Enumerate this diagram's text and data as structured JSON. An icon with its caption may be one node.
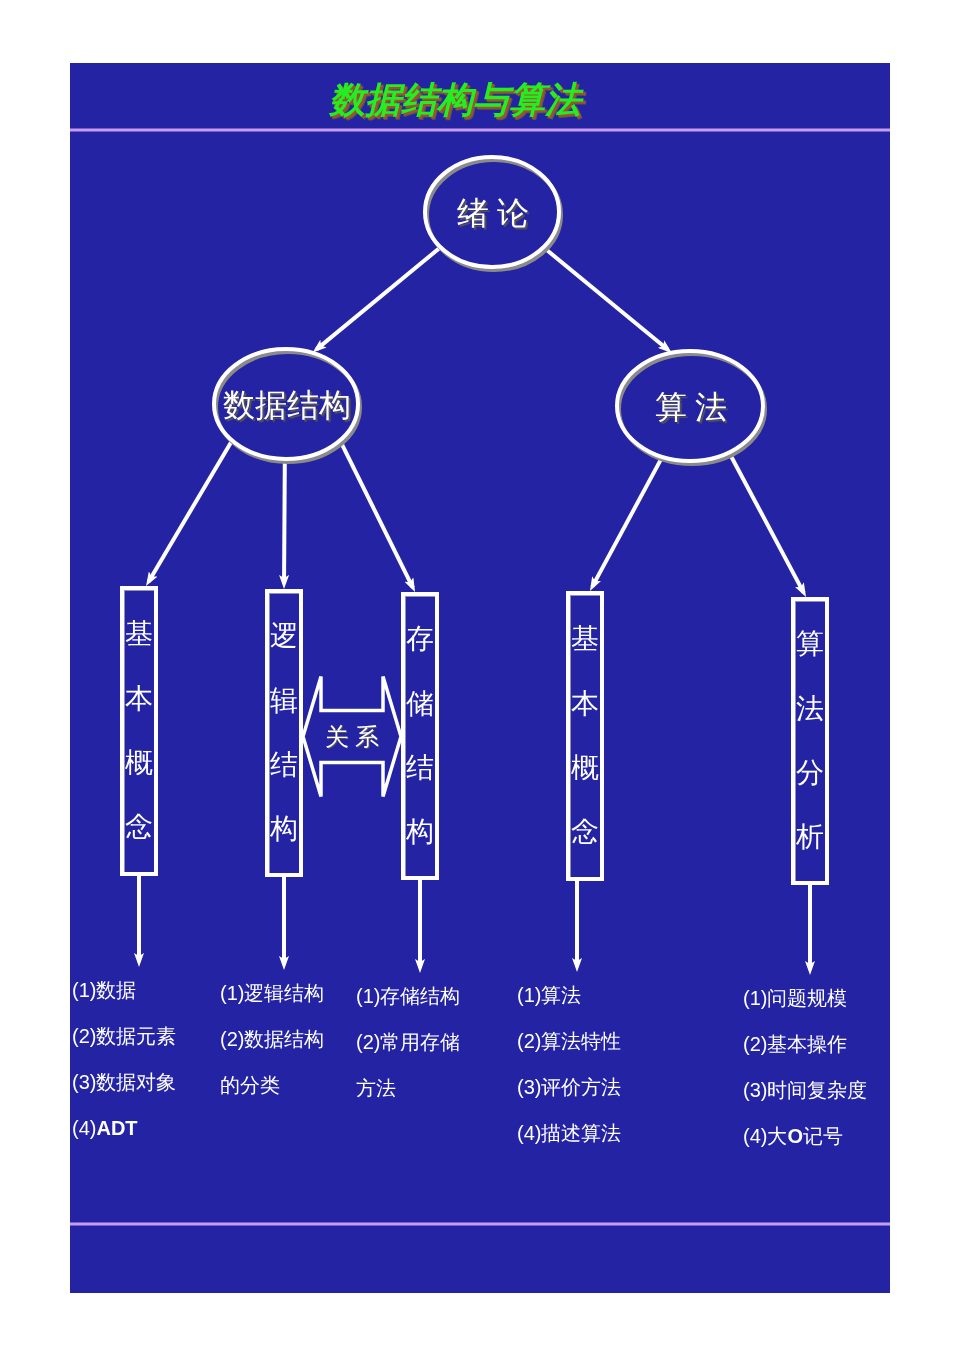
{
  "diagram": {
    "title": "数据结构与算法",
    "nodes": [
      {
        "text": [
          "绪 论"
        ]
      },
      {
        "text": [
          "数据结构"
        ]
      },
      {
        "text": [
          "算 法"
        ]
      },
      {
        "text": [
          "基本概念"
        ]
      },
      {
        "text": [
          "逻辑结构"
        ]
      },
      {
        "text": [
          "存储结构"
        ]
      },
      {
        "text": [
          "基本概念"
        ]
      },
      {
        "text": [
          "算法分析"
        ]
      },
      {
        "text": [
          "(1)数据",
          "(2)数据元素",
          "(3)数据对象",
          "(4)**ADT**"
        ]
      },
      {
        "text": [
          "(1)逻辑结构",
          "(2)数据结构的分类"
        ]
      },
      {
        "text": [
          "(1)存储结构",
          "(2)常用存储方法"
        ]
      },
      {
        "text": [
          "(1)算法",
          "(2)算法特性",
          "(3)评价方法",
          "(4)描述算法"
        ]
      },
      {
        "text": [
          "(1)问题规模",
          "(2)基本操作",
          "(3)时间复杂度",
          "(4)大**O**记号"
        ]
      }
    ],
    "edges": [
      {
        "from": 0,
        "to": 1,
        "arrow": "to"
      },
      {
        "from": 0,
        "to": 2,
        "arrow": "to"
      },
      {
        "from": 1,
        "to": 3,
        "arrow": "to"
      },
      {
        "from": 1,
        "to": 4,
        "arrow": "to"
      },
      {
        "from": 1,
        "to": 5,
        "arrow": "to"
      },
      {
        "from": 2,
        "to": 6,
        "arrow": "to"
      },
      {
        "from": 2,
        "to": 7,
        "arrow": "to"
      },
      {
        "from": 3,
        "to": 8,
        "arrow": "to"
      },
      {
        "from": 4,
        "to": 9,
        "arrow": "to"
      },
      {
        "from": 5,
        "to": 10,
        "arrow": "to"
      },
      {
        "from": 6,
        "to": 11,
        "arrow": "to"
      },
      {
        "from": 7,
        "to": 12,
        "arrow": "to"
      },
      {
        "from": 4,
        "to": 5,
        "arrow": "both",
        "label": "关系",
        "style": "thick"
      }
    ]
  }
}
